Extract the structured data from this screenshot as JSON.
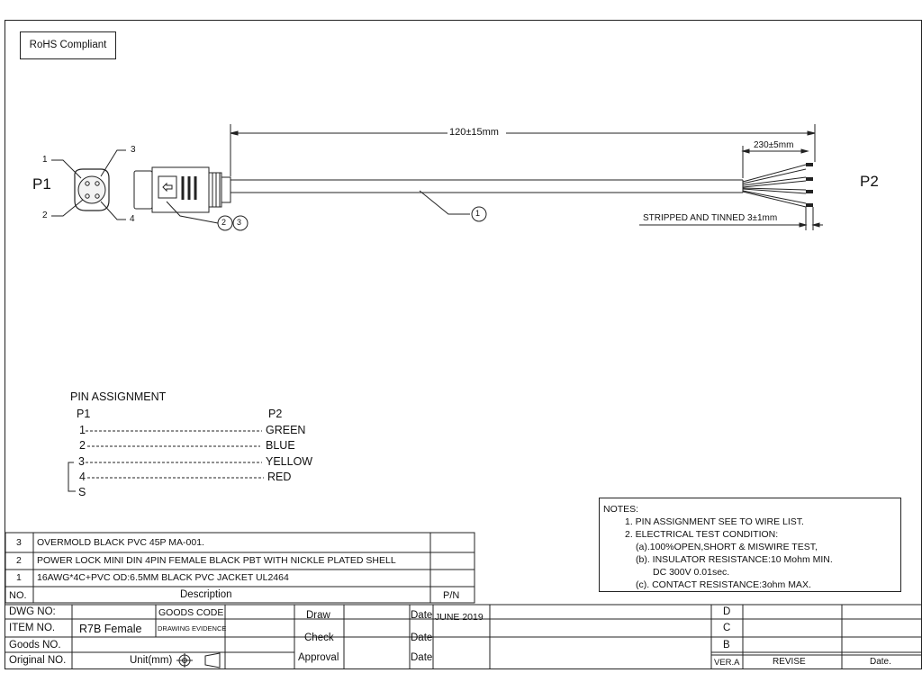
{
  "rohs": "RoHS Compliant",
  "drawing": {
    "p1_label": "P1",
    "p2_label": "P2",
    "pin_numbers": [
      "1",
      "2",
      "3",
      "4"
    ],
    "balloons": [
      "2",
      "3",
      "1"
    ],
    "dim_total": "120±15mm",
    "dim_strip_length": "230±5mm",
    "dim_tinned": "STRIPPED AND TINNED 3±1mm"
  },
  "pin_assignment": {
    "title": "PIN ASSIGNMENT",
    "p1_header": "P1",
    "p2_header": "P2",
    "rows": [
      {
        "p1": "1",
        "p2": "GREEN"
      },
      {
        "p1": "2",
        "p2": "BLUE"
      },
      {
        "p1": "3",
        "p2": "YELLOW"
      },
      {
        "p1": "4",
        "p2": "RED"
      },
      {
        "p1": "S",
        "p2": ""
      }
    ]
  },
  "notes": {
    "title": "NOTES:",
    "lines": [
      "1. PIN ASSIGNMENT SEE TO WIRE LIST.",
      "2. ELECTRICAL TEST CONDITION:",
      "(a).100%OPEN,SHORT & MISWIRE TEST,",
      "(b). INSULATOR RESISTANCE:10 Mohm MIN.",
      "DC 300V 0.01sec.",
      "(c). CONTACT RESISTANCE:3ohm MAX."
    ]
  },
  "bom": {
    "rows": [
      {
        "no": "3",
        "desc": "OVERMOLD BLACK PVC 45P MA-001.",
        "pn": ""
      },
      {
        "no": "2",
        "desc": "POWER LOCK MINI DIN 4PIN FEMALE  BLACK PBT WITH NICKLE PLATED SHELL",
        "pn": ""
      },
      {
        "no": "1",
        "desc": "16AWG*4C+PVC OD:6.5MM BLACK PVC JACKET UL2464",
        "pn": ""
      }
    ],
    "header_no": "NO.",
    "header_desc": "Description",
    "header_pn": "P/N"
  },
  "title_block": {
    "dwg_no_label": "DWG NO:",
    "item_no_label": "ITEM NO.",
    "item_no_value": "R7B Female",
    "goods_no_label": "Goods NO.",
    "original_no_label": "Original NO.",
    "goods_code_label": "GOODS CODE",
    "drawing_evidence_label": "DRAWING EVIDENCE",
    "unit_label": "Unit(mm)",
    "draw_label": "Draw",
    "check_label": "Check",
    "approval_label": "Approval",
    "date_label": "Date",
    "date_value": "JUNE 2019",
    "rev_letters": [
      "D",
      "C",
      "B"
    ],
    "ver_label": "VER.A",
    "revise_label": "REVISE",
    "date_col_label": "Date."
  }
}
